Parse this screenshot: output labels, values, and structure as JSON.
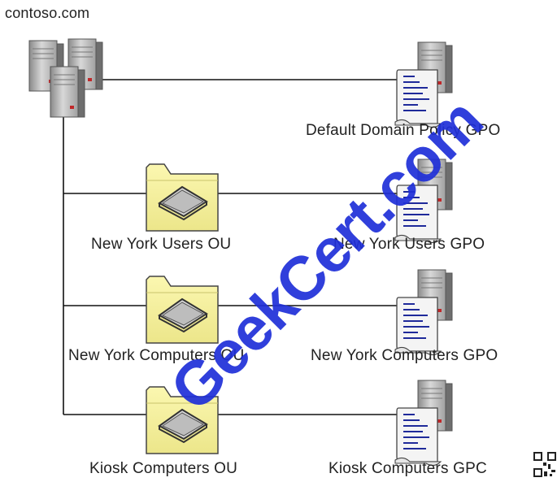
{
  "domain": {
    "name": "contoso.com"
  },
  "gpos": [
    {
      "label": "Default Domain Policy GPO"
    },
    {
      "label": "New York Users GPO"
    },
    {
      "label": "New York Computers GPO"
    },
    {
      "label": "Kiosk Computers GPC"
    }
  ],
  "ous": [
    {
      "label": "New York Users OU"
    },
    {
      "label": "New York Computers OU"
    },
    {
      "label": "Kiosk Computers OU"
    }
  ],
  "watermark": "GeekCert.com"
}
